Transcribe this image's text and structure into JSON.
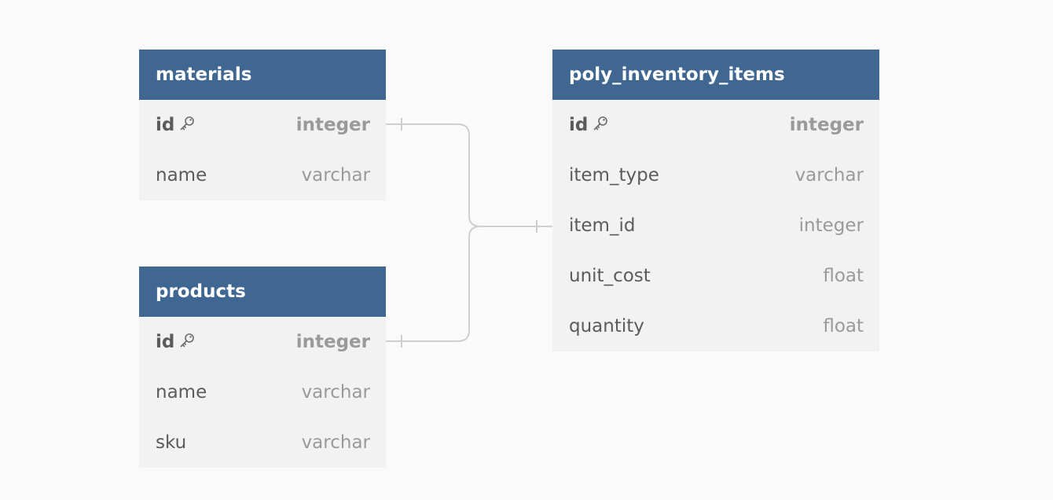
{
  "tables": {
    "materials": {
      "name": "materials",
      "fields": [
        {
          "name": "id",
          "type": "integer",
          "pk": true,
          "icon": "key-icon"
        },
        {
          "name": "name",
          "type": "varchar",
          "pk": false
        }
      ]
    },
    "products": {
      "name": "products",
      "fields": [
        {
          "name": "id",
          "type": "integer",
          "pk": true,
          "icon": "key-icon"
        },
        {
          "name": "name",
          "type": "varchar",
          "pk": false
        },
        {
          "name": "sku",
          "type": "varchar",
          "pk": false
        }
      ]
    },
    "poly_inventory_items": {
      "name": "poly_inventory_items",
      "fields": [
        {
          "name": "id",
          "type": "integer",
          "pk": true,
          "icon": "key-icon"
        },
        {
          "name": "item_type",
          "type": "varchar",
          "pk": false
        },
        {
          "name": "item_id",
          "type": "integer",
          "pk": false
        },
        {
          "name": "unit_cost",
          "type": "float",
          "pk": false
        },
        {
          "name": "quantity",
          "type": "float",
          "pk": false
        }
      ]
    }
  },
  "relationships": [
    {
      "from": "materials.id",
      "to": "poly_inventory_items.item_id"
    },
    {
      "from": "products.id",
      "to": "poly_inventory_items.item_id"
    }
  ],
  "colors": {
    "header": "#3f6791",
    "body": "#f2f2f2",
    "connector": "#cfcfcf",
    "background": "#fafafa"
  }
}
